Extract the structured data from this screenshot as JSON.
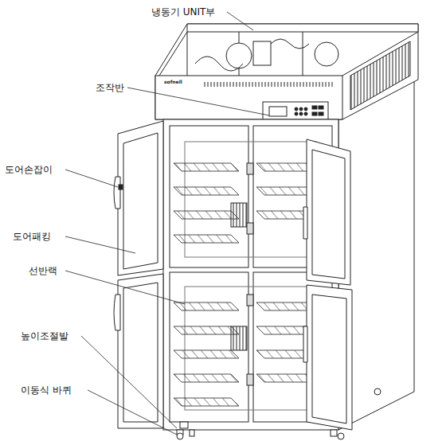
{
  "diagram": {
    "labels": [
      "냉동기 UNIT부",
      "조작반",
      "도어손잡이",
      "도어패킹",
      "선반랙",
      "높이조절발",
      "이동식 바퀴",
      "sofnell"
    ]
  }
}
